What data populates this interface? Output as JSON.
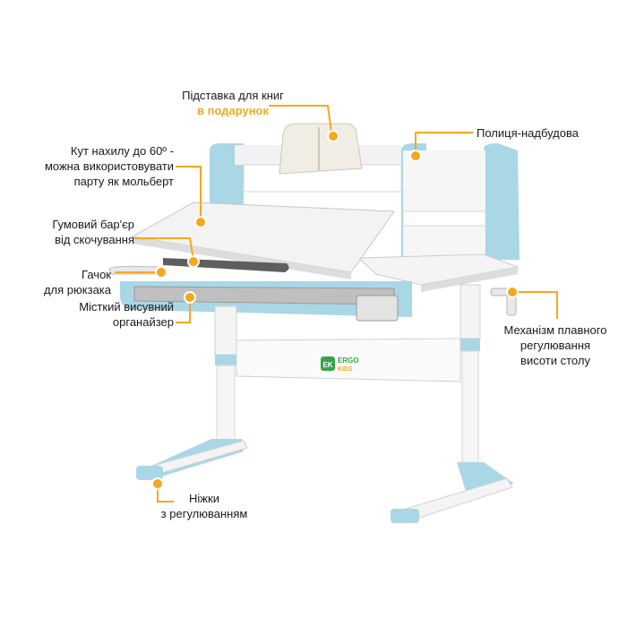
{
  "colors": {
    "accent": "#f5a81c",
    "frame_blue": "#a9d7e6",
    "frame_blue_dark": "#7fc0d6",
    "white": "#ffffff",
    "grey": "#8a8a8a",
    "logo_green": "#3aa34a",
    "logo_orange": "#f5a81c"
  },
  "logo": {
    "brand": "ERGO",
    "sub": "KIDS",
    "mark": "EK"
  },
  "callouts": {
    "book_stand": {
      "line1": "Підставка для книг",
      "line2": "в подарунок"
    },
    "shelf": {
      "line1": "Полиця-надбудова"
    },
    "tilt": {
      "line1": "Кут нахилу до 60º -",
      "line2": "можна використовувати",
      "line3": "парту як мольберт"
    },
    "rubber_bar": {
      "line1": "Гумовий бар'єр",
      "line2": "від скочування"
    },
    "hook": {
      "line1": "Гачок",
      "line2": "для рюкзака"
    },
    "organizer": {
      "line1": "Місткий висувний",
      "line2": "органайзер"
    },
    "mechanism": {
      "line1": "Механізм плавного",
      "line2": "регулювання",
      "line3": "висоти столу"
    },
    "legs": {
      "line1": "Ніжки",
      "line2": "з регулюванням"
    }
  }
}
